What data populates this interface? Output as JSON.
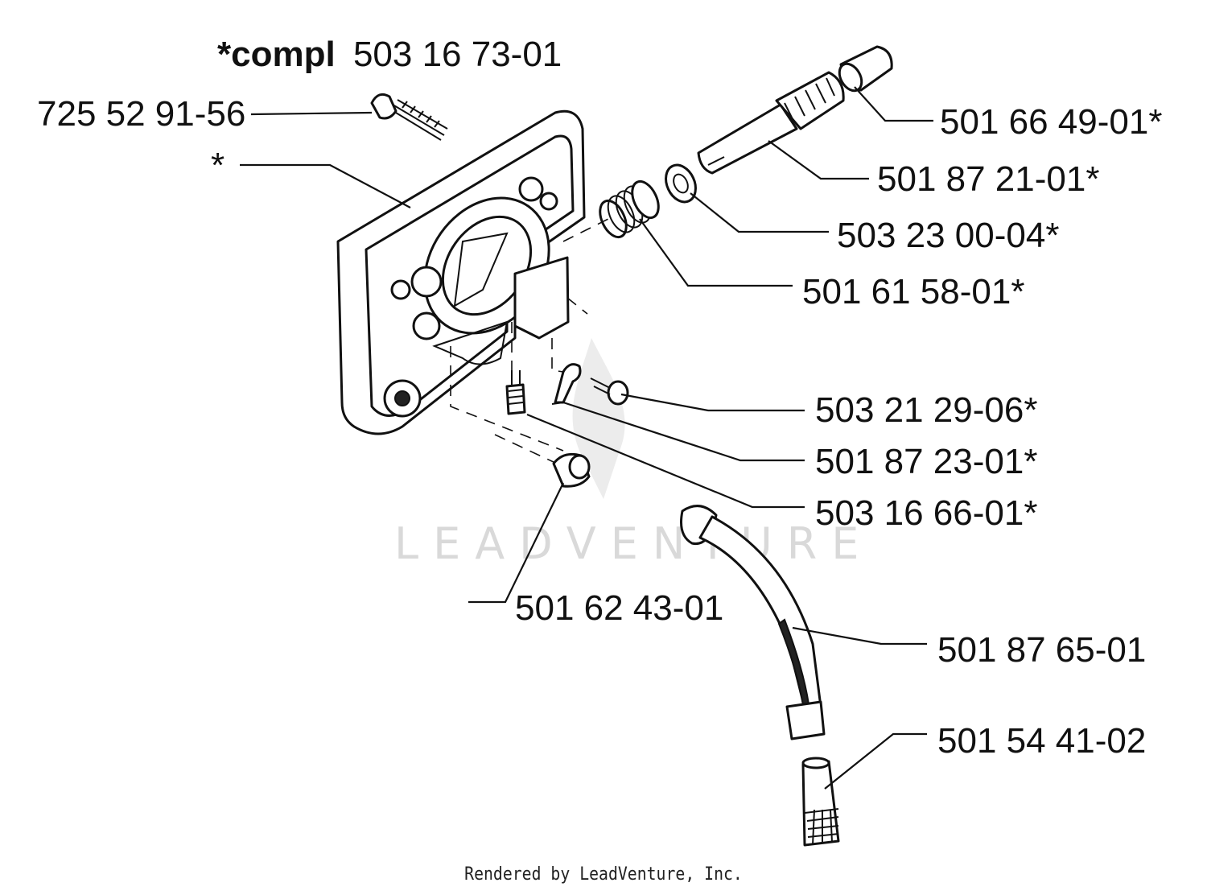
{
  "header": {
    "prefix": "*compl",
    "number": "503 16 73-01"
  },
  "labels": [
    {
      "id": "screw",
      "text": "725 52 91-56"
    },
    {
      "id": "housing",
      "text": "*"
    },
    {
      "id": "cap",
      "text": "501 66 49-01*"
    },
    {
      "id": "shaft",
      "text": "501 87 21-01*"
    },
    {
      "id": "washer",
      "text": "503 23 00-04*"
    },
    {
      "id": "spring",
      "text": "501 61 58-01*"
    },
    {
      "id": "small-screw",
      "text": "503 21 29-06*"
    },
    {
      "id": "clip",
      "text": "501 87 23-01*"
    },
    {
      "id": "adjuster",
      "text": "503 16 66-01*"
    },
    {
      "id": "plug",
      "text": "501 62 43-01"
    },
    {
      "id": "hose",
      "text": "501 87 65-01"
    },
    {
      "id": "filter",
      "text": "501 54 41-02"
    }
  ],
  "watermark": "LEADVENTURE",
  "footer": "Rendered by LeadVenture, Inc."
}
